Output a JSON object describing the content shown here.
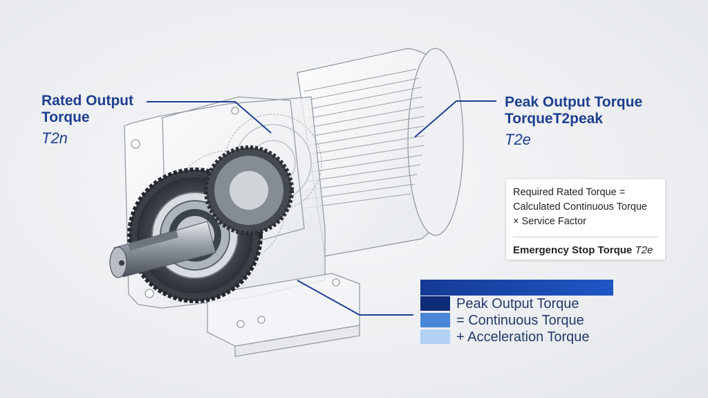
{
  "callouts": {
    "rated": {
      "line1": "Rated Output",
      "line2": "Torque",
      "symbol": "T2n"
    },
    "peak": {
      "line1": "Peak Output Torque",
      "line2": "TorqueT2peak",
      "symbol": "T2e"
    }
  },
  "formula": {
    "line1": "Required Rated Torque =",
    "line2": "Calculated Continuous Torque",
    "line3": "× Service Factor",
    "emergency": "Emergency Stop Torque",
    "emergency_symbol": "T2e"
  },
  "legend": {
    "items": [
      {
        "label": "Peak Output Torque",
        "color": "#0f2c78"
      },
      {
        "label": "= Continuous Torque",
        "color": "#4a86d6"
      },
      {
        "label": "+ Acceleration Torque",
        "color": "#b3d2f3"
      }
    ],
    "bar_color": "#1a49b0"
  },
  "colors": {
    "accent": "#1d3f8f",
    "line": "#1d3f8f"
  }
}
